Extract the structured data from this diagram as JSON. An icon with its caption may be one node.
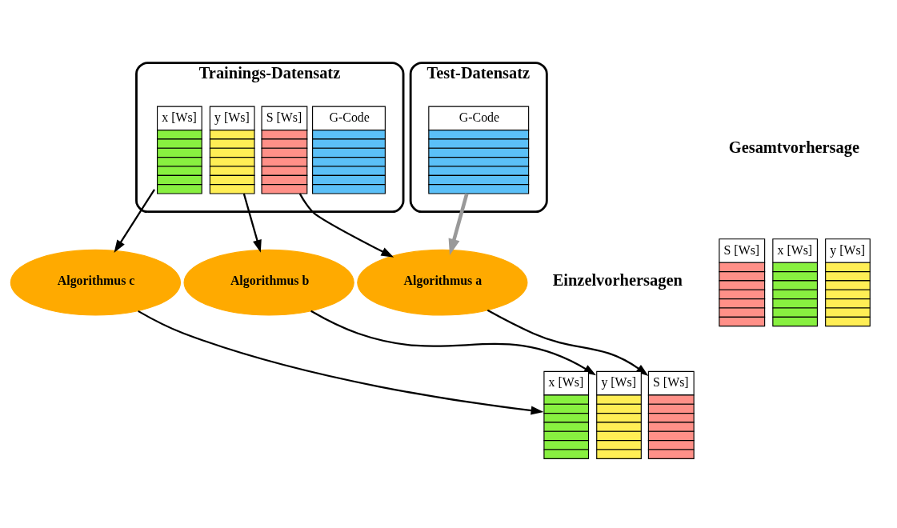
{
  "diagram": {
    "nodes": [
      {
        "text": [
          "Trainings-Datensatz"
        ]
      },
      {
        "text": [
          "G-Code"
        ],
        "in": 0
      },
      {
        "text": [
          "x [Ws]"
        ],
        "in": 0
      },
      {
        "text": [
          "y [Ws]"
        ],
        "in": 0
      },
      {
        "text": [
          "S [Ws]"
        ],
        "in": 0
      },
      {
        "text": [
          "Test-Datensatz"
        ]
      },
      {
        "text": [
          "G-Code"
        ],
        "in": 5
      },
      {
        "text": [
          "Algorithmus a"
        ]
      },
      {
        "text": [
          "Algorithmus b"
        ]
      },
      {
        "text": [
          "Algorithmus c"
        ]
      },
      {
        "text": [
          "S [Ws]"
        ]
      },
      {
        "text": [
          "y [Ws]"
        ]
      },
      {
        "text": [
          "x [Ws]"
        ]
      },
      {
        "text": [
          "x [Ws]"
        ]
      },
      {
        "text": [
          "y [Ws]"
        ]
      },
      {
        "text": [
          "S [Ws]"
        ]
      }
    ],
    "edges": [
      {
        "from": 2,
        "to": 9,
        "arrow": "to"
      },
      {
        "from": 3,
        "to": 8,
        "arrow": "to"
      },
      {
        "from": 4,
        "to": 7,
        "arrow": "to"
      },
      {
        "from": 6,
        "to": 7,
        "arrow": "to",
        "style": "thick",
        "color": "#999999"
      },
      {
        "from": 7,
        "to": 10,
        "arrow": "to"
      },
      {
        "from": 8,
        "to": 11,
        "arrow": "to"
      },
      {
        "from": 9,
        "to": 12,
        "arrow": "to"
      }
    ],
    "labels": [
      "Einzelvorhersagen",
      "Gesamtvorhersage"
    ]
  }
}
